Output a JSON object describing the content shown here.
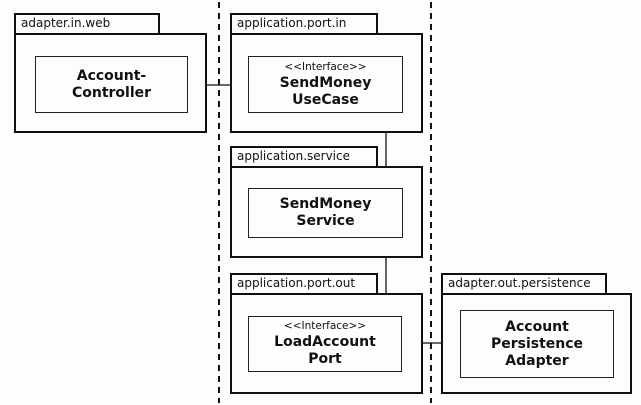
{
  "packages": {
    "adapter_in_web": {
      "label": "adapter.in.web"
    },
    "port_in": {
      "label": "application.port.in"
    },
    "service": {
      "label": "application.service"
    },
    "port_out": {
      "label": "application.port.out"
    },
    "adapter_out": {
      "label": "adapter.out.persistence"
    }
  },
  "components": {
    "account_controller": {
      "lines": [
        "Account-",
        "Controller"
      ]
    },
    "send_money_usecase": {
      "stereotype": "<<Interface>>",
      "lines": [
        "SendMoney",
        "UseCase"
      ]
    },
    "send_money_service": {
      "lines": [
        "SendMoney",
        "Service"
      ]
    },
    "load_account_port": {
      "stereotype": "<<Interface>>",
      "lines": [
        "LoadAccount",
        "Port"
      ]
    },
    "account_persistence_adapter": {
      "lines": [
        "Account",
        "Persistence",
        "Adapter"
      ]
    }
  },
  "relationships": [
    {
      "from": "account_controller",
      "to": "send_money_usecase",
      "kind": "dependency"
    },
    {
      "from": "send_money_service",
      "to": "send_money_usecase",
      "kind": "realization"
    },
    {
      "from": "send_money_service",
      "to": "load_account_port",
      "kind": "dependency"
    },
    {
      "from": "account_persistence_adapter",
      "to": "load_account_port",
      "kind": "realization"
    }
  ],
  "boundaries": {
    "style": "dashed",
    "count": 2
  },
  "colors": {
    "ink": "#111111",
    "background": "#fdfdfb"
  }
}
